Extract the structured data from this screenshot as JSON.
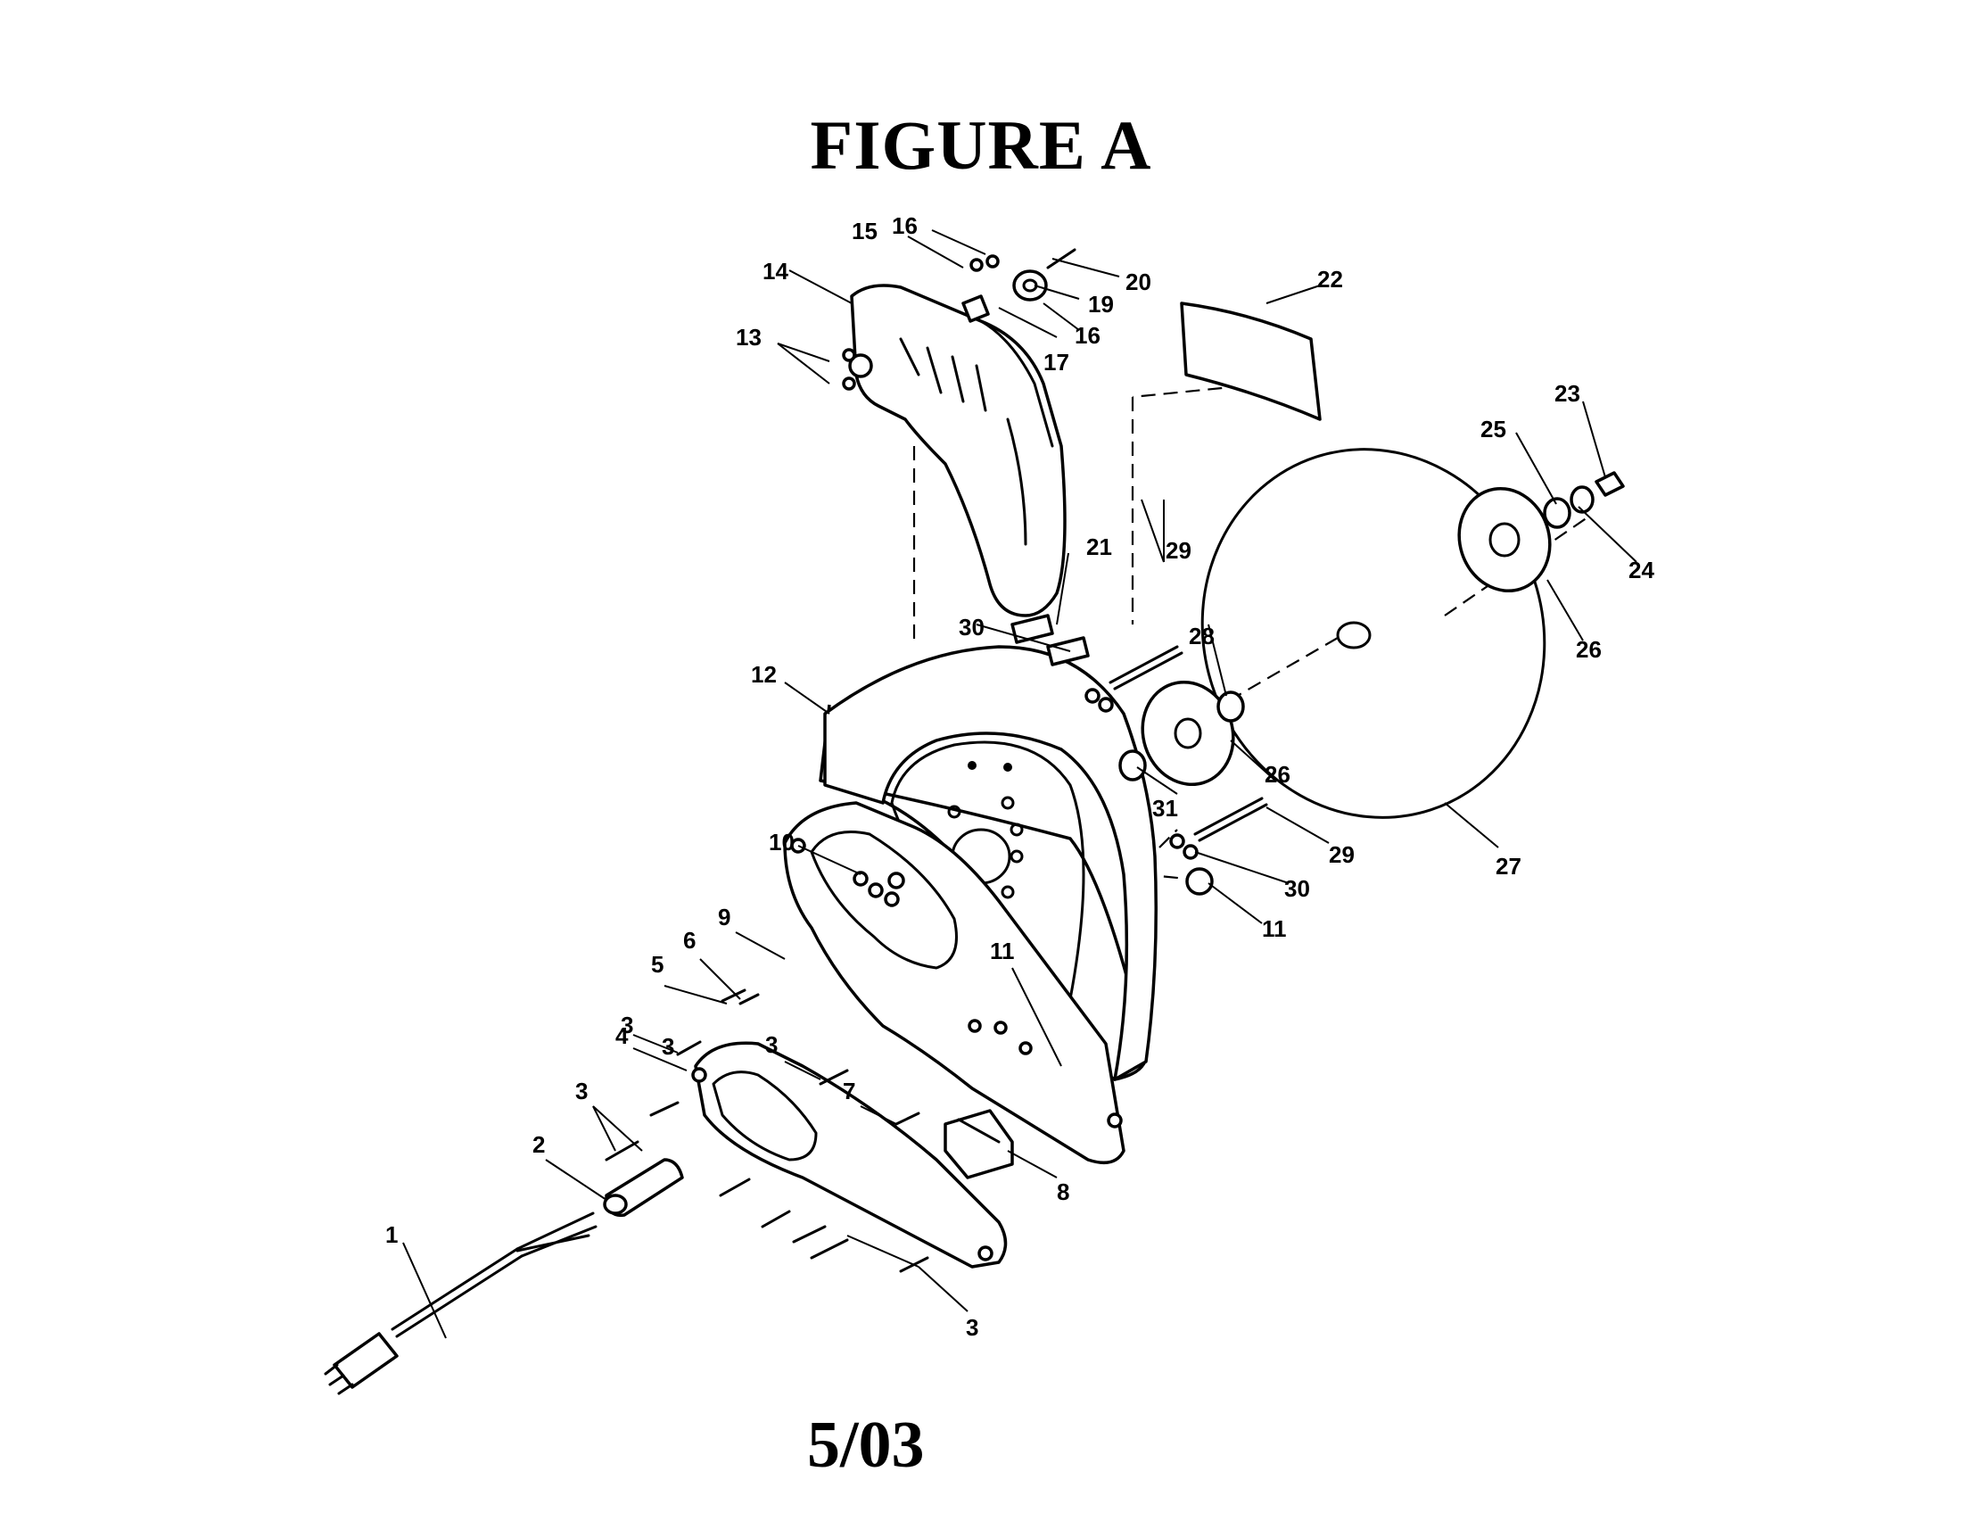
{
  "title": "FIGURE A",
  "footer": "5/03",
  "callouts": [
    "1",
    "2",
    "3",
    "3",
    "3",
    "3",
    "3",
    "4",
    "5",
    "6",
    "7",
    "8",
    "9",
    "10",
    "11",
    "11",
    "12",
    "13",
    "14",
    "15",
    "16",
    "16",
    "17",
    "19",
    "20",
    "21",
    "22",
    "23",
    "24",
    "25",
    "26",
    "26",
    "27",
    "28",
    "29",
    "29",
    "30",
    "30",
    "31"
  ]
}
